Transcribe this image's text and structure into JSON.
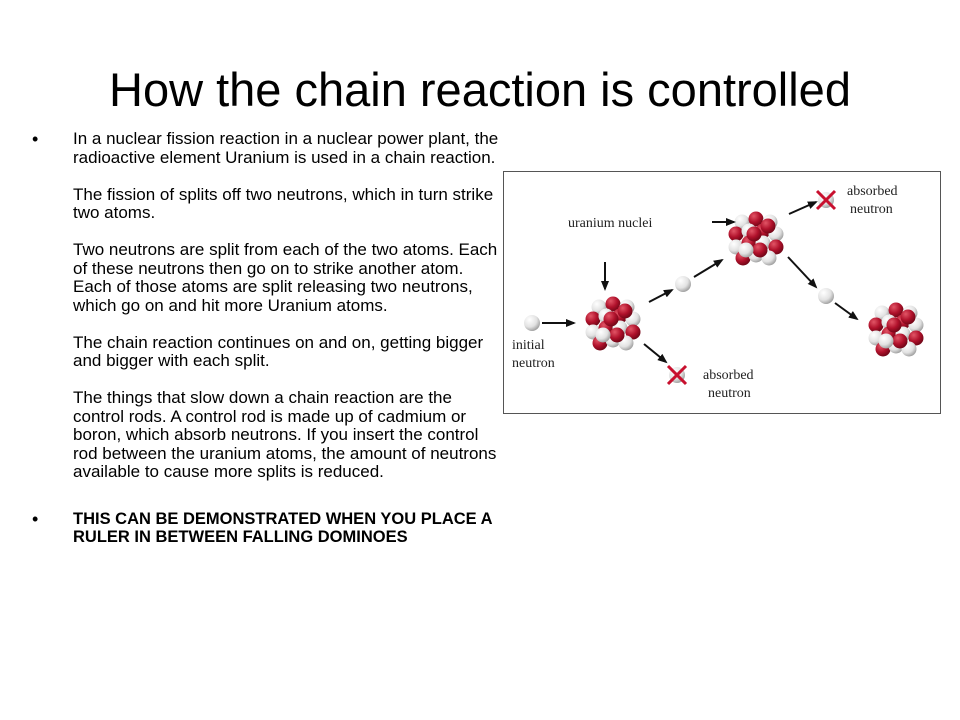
{
  "title": "How the chain reaction is controlled",
  "bullets": [
    {
      "paragraphs": [
        "In a nuclear fission reaction in a nuclear power plant, the radioactive element Uranium is used in a chain reaction.",
        "The fission of splits off two neutrons, which in turn strike two atoms.",
        "Two neutrons are split from each of the two atoms. Each of these neutrons then go on to strike another atom. Each of those atoms are split releasing two neutrons, which go on and hit more Uranium atoms.",
        "The chain reaction continues on and on, getting bigger and bigger with each split.",
        "The things that slow down a chain reaction are the control rods. A control rod is made up of cadmium or boron, which absorb neutrons. If you insert the control rod between the uranium atoms, the amount of neutrons available to cause more splits is reduced."
      ]
    },
    {
      "paragraphs": [
        "THIS CAN BE DEMONSTRATED WHEN YOU PLACE A RULER IN BETWEEN FALLING DOMINOES"
      ]
    }
  ],
  "diagram": {
    "labels": {
      "uranium_nuclei": "uranium nuclei",
      "initial_line1": "initial",
      "initial_line2": "neutron",
      "absorbed_bottom_line1": "absorbed",
      "absorbed_bottom_line2": "neutron",
      "absorbed_top_line1": "absorbed",
      "absorbed_top_line2": "neutron"
    },
    "colors": {
      "proton": "#b0112b",
      "neutron": "#e4e4e4",
      "cross": "#c8102e",
      "arrow": "#111111"
    }
  }
}
